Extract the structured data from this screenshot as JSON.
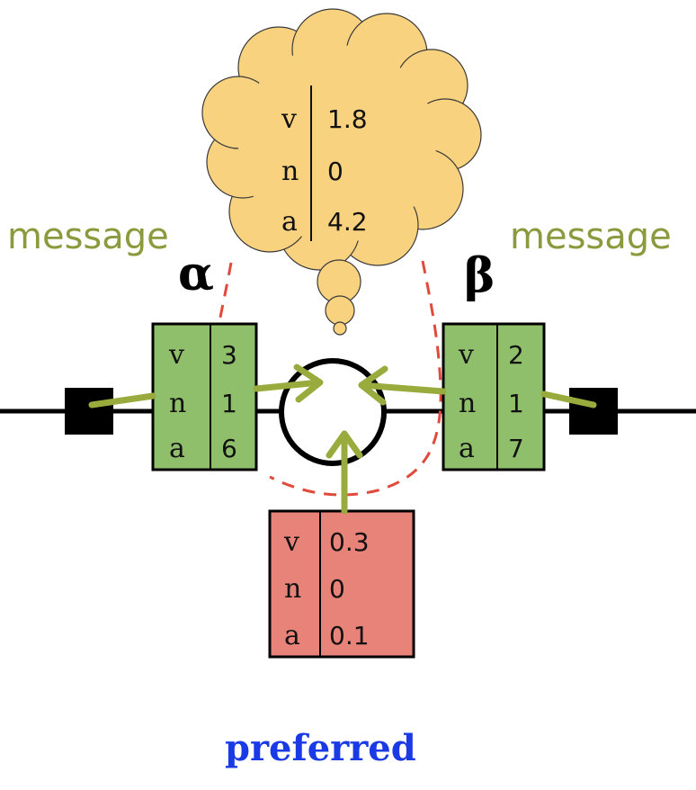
{
  "labels": {
    "message_left": "message",
    "message_right": "message",
    "alpha": "α",
    "beta": "β",
    "preferred": "preferred"
  },
  "tables": {
    "thought": {
      "keys": [
        "v",
        "n",
        "a"
      ],
      "values": [
        "1.8",
        "0",
        "4.2"
      ]
    },
    "alpha": {
      "keys": [
        "v",
        "n",
        "a"
      ],
      "values": [
        "3",
        "1",
        "6"
      ]
    },
    "beta": {
      "keys": [
        "v",
        "n",
        "a"
      ],
      "values": [
        "2",
        "1",
        "7"
      ]
    },
    "preferred": {
      "keys": [
        "v",
        "n",
        "a"
      ],
      "values": [
        "0.3",
        "0",
        "0.1"
      ]
    }
  },
  "colors": {
    "green_box": "#8fbf6a",
    "red_box": "#e8837a",
    "cloud": "#f8d27e",
    "arrow": "#9aab3e",
    "dashed": "#e04a3a",
    "message_text": "#8a9a3c",
    "preferred_text": "#1a3ae6"
  }
}
